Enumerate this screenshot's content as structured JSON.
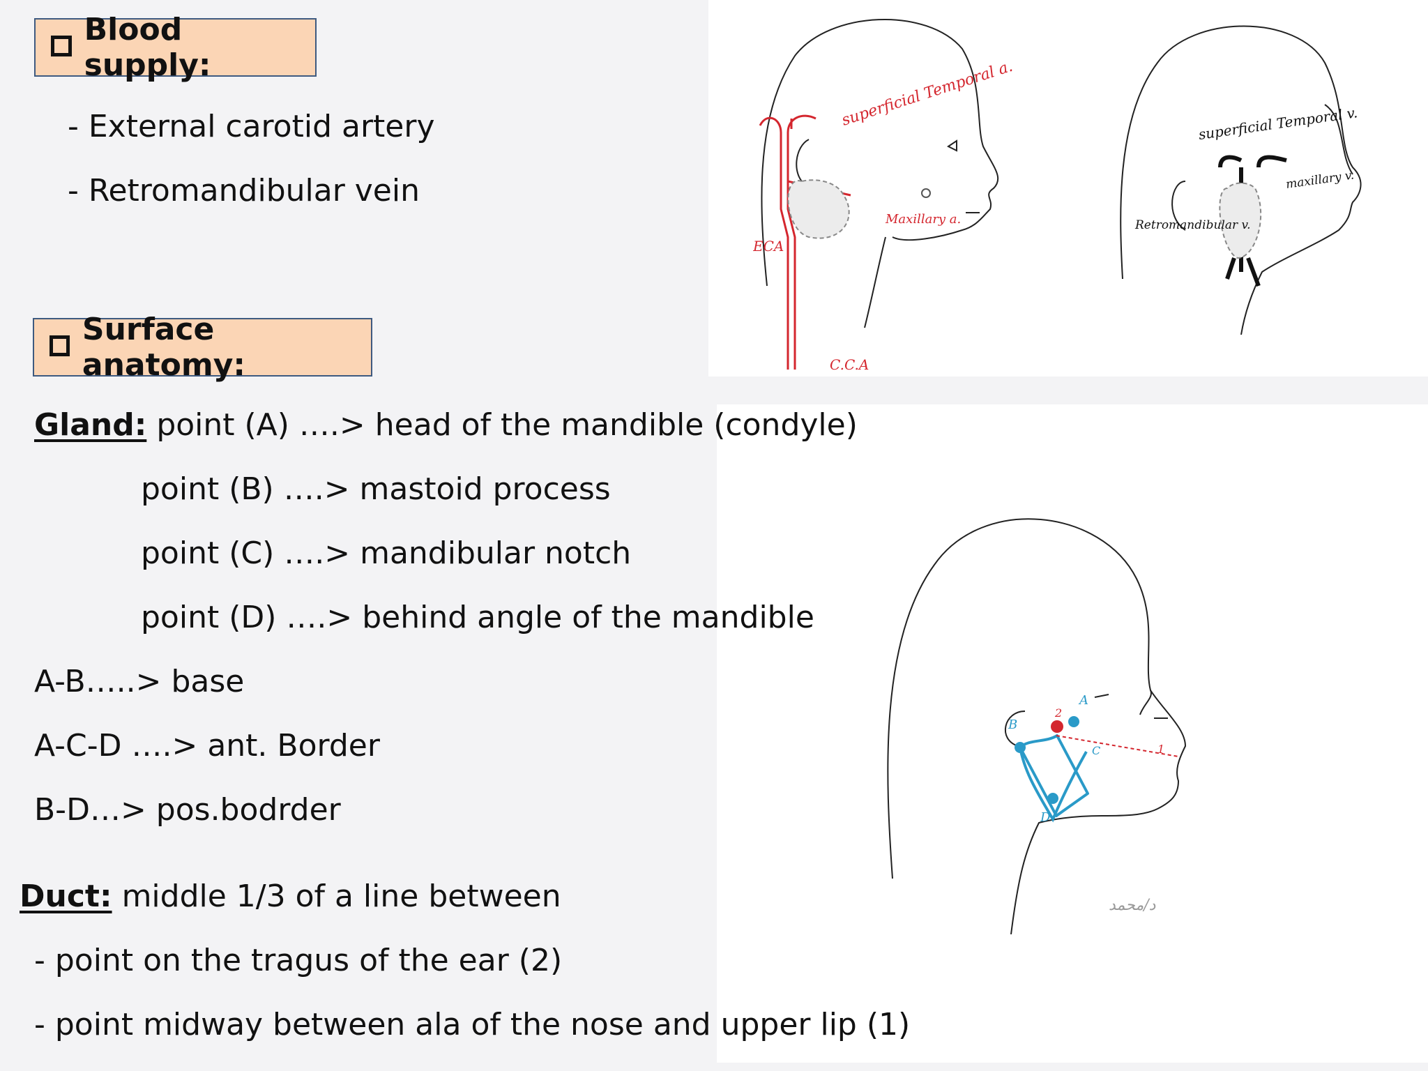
{
  "blood_supply": {
    "heading": "Blood supply:",
    "items": [
      "- External carotid artery",
      "- Retromandibular vein"
    ]
  },
  "surface_anatomy": {
    "heading": "Surface anatomy:",
    "gland_label": "Gland:",
    "points": [
      "point (A) ….> head of the mandible (condyle)",
      "point (B) ….> mastoid process",
      "point (C) ….> mandibular notch",
      "point (D) ….> behind angle of the mandible"
    ],
    "borders": [
      "A-B…..> base",
      "A-C-D ….> ant. Border",
      "B-D…> pos.bodrder"
    ],
    "duct_label": "Duct:",
    "duct_text": "middle 1/3 of a line between",
    "duct_points": [
      "- point on the tragus of the ear (2)",
      "- point midway between ala of the nose and upper lip (1)"
    ]
  },
  "figure_artery": {
    "labels": {
      "sta": "superficial Temporal a.",
      "maxillary": "Maxillary a.",
      "eca": "ECA",
      "cca": "C.C.A"
    }
  },
  "figure_vein": {
    "labels": {
      "stv": "superficial Temporal v.",
      "maxillary": "maxillary v.",
      "retro": "Retromandibular v."
    }
  },
  "figure_surface": {
    "labels": {
      "a": "A",
      "b": "B",
      "c": "C",
      "d": "D",
      "two": "2",
      "one": "1",
      "signature": "د/محمد"
    }
  },
  "colors": {
    "artery": "#d4262e",
    "vein": "#111111",
    "gland_outline": "#2a9ac8",
    "point_red": "#d4262e"
  }
}
